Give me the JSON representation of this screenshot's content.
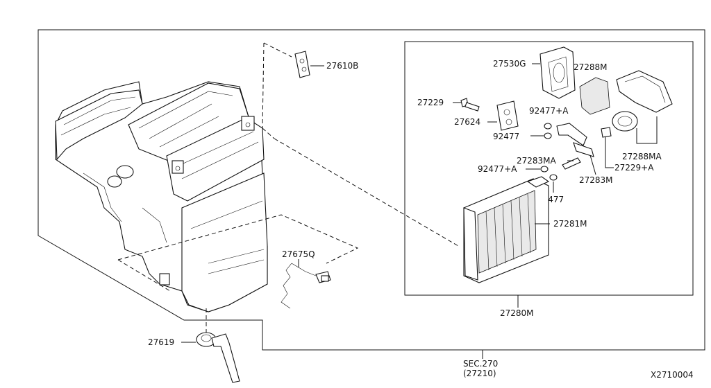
{
  "diagram": {
    "part_labels": {
      "p27610B": "27610B",
      "p27530G": "27530G",
      "p27288M": "27288M",
      "p27229": "27229",
      "p92477A_top": "92477+A",
      "p27624": "27624",
      "p92477_mid": "92477",
      "p27288MA": "27288MA",
      "p27283MA": "27283MA",
      "p92477A_low": "92477+A",
      "p27229A": "27229+A",
      "p27283M": "27283M",
      "p92477_low": "92477",
      "p27281M": "27281M",
      "p27675Q": "27675Q",
      "p27280M": "27280M",
      "p27619": "27619"
    },
    "sec_ref": {
      "line1": "SEC.270",
      "line2": "(27210)"
    },
    "figure_id": "X2710004"
  }
}
